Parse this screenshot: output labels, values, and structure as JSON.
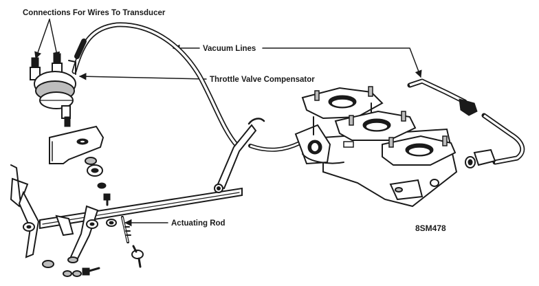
{
  "labels": {
    "connections": "Connections For Wires To Transducer",
    "vacuum_lines": "Vacuum Lines",
    "compensator": "Throttle Valve Compensator",
    "actuating_rod": "Actuating Rod",
    "figure_id": "8SM478"
  }
}
